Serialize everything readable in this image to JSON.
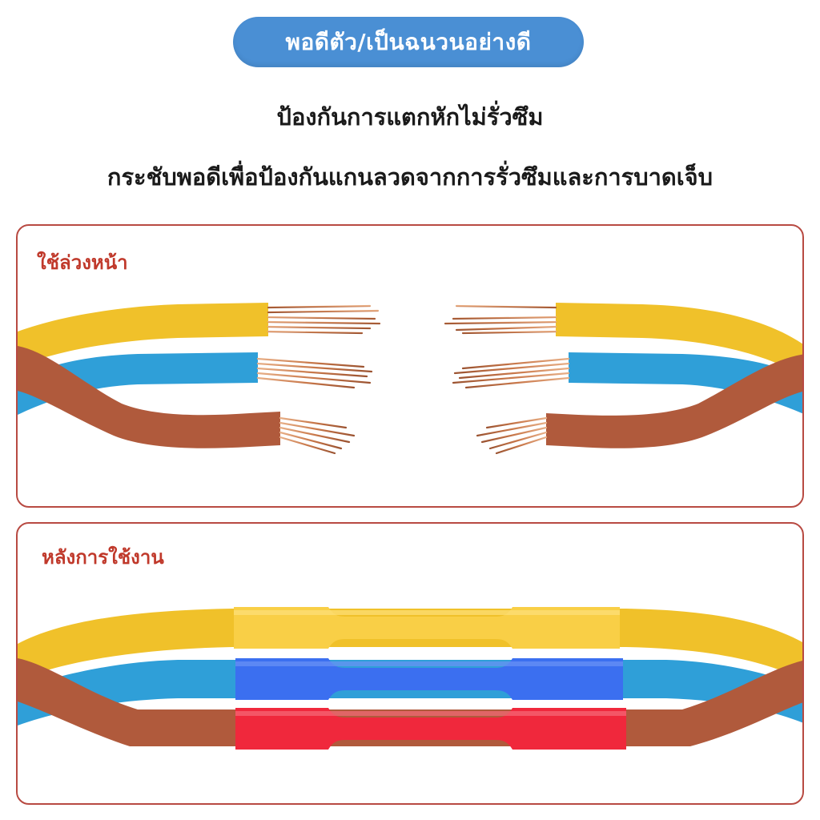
{
  "header": {
    "badge": "พอดีตัว/เป็นฉนวนอย่างดี",
    "line1": "ป้องกันการแตกหักไม่รั่วซึม",
    "line2": "กระชับพอดีเพื่อป้องกันแกนลวดจากการรั่วซึมและการบาดเจ็บ"
  },
  "panels": {
    "before_label": "ใช้ล่วงหน้า",
    "after_label": "หลังการใช้งาน"
  },
  "colors": {
    "badge": "#4a8fd4",
    "border": "#b84a42",
    "label": "#c0392b",
    "wire_yellow": "#f0c12a",
    "wire_blue": "#2f9fd8",
    "wire_brown": "#b05a3c",
    "copper": "#d08a5a",
    "sleeve_yellow": "#f9cf46",
    "sleeve_blue": "#3b6ff0",
    "sleeve_red": "#f0283c"
  }
}
